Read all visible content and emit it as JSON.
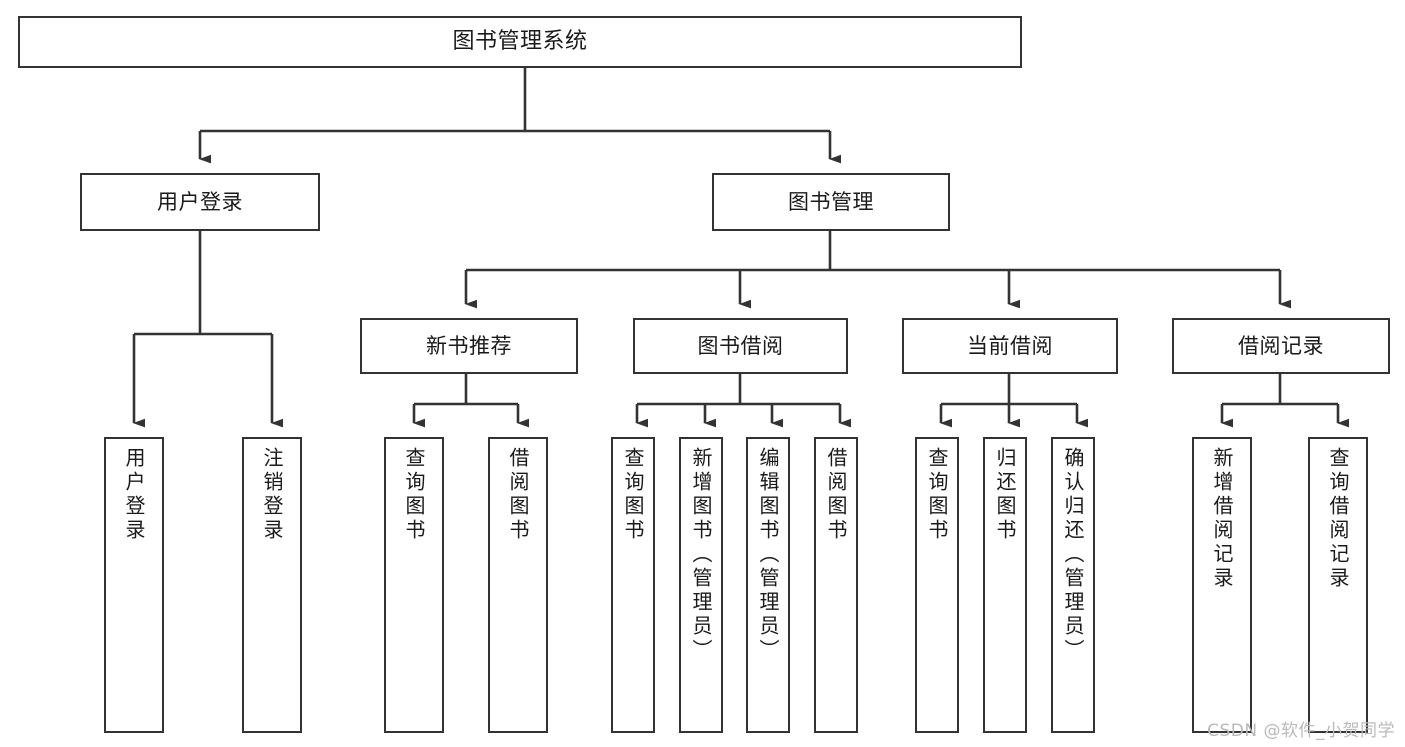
{
  "diagram": {
    "title": "图书管理系统",
    "type": "tree-hierarchy-chart",
    "root": {
      "label": "图书管理系统"
    },
    "level2": [
      {
        "label": "用户登录"
      },
      {
        "label": "图书管理"
      }
    ],
    "level3": [
      {
        "label": "新书推荐"
      },
      {
        "label": "图书借阅"
      },
      {
        "label": "当前借阅"
      },
      {
        "label": "借阅记录"
      }
    ],
    "leaves": {
      "user_login": [
        {
          "label": "用户登录"
        },
        {
          "label": "注销登录"
        }
      ],
      "new_book_recommend": [
        {
          "label": "查询图书"
        },
        {
          "label": "借阅图书"
        }
      ],
      "book_borrow": [
        {
          "label": "查询图书"
        },
        {
          "label": "新增图书（管理员）"
        },
        {
          "label": "编辑图书（管理员）"
        },
        {
          "label": "借阅图书"
        }
      ],
      "current_borrow": [
        {
          "label": "查询图书"
        },
        {
          "label": "归还图书"
        },
        {
          "label": "确认归还（管理员）"
        }
      ],
      "borrow_record": [
        {
          "label": "新增借阅记录"
        },
        {
          "label": "查询借阅记录"
        }
      ]
    }
  },
  "watermark": {
    "text": "CSDN @软件_小贺同学"
  },
  "colors": {
    "background": "#ffffff",
    "box_fill": "#ffffff",
    "box_border": "#333333",
    "text": "#1a1a1a",
    "connector": "#333333",
    "watermark": "#b9b9b9"
  }
}
